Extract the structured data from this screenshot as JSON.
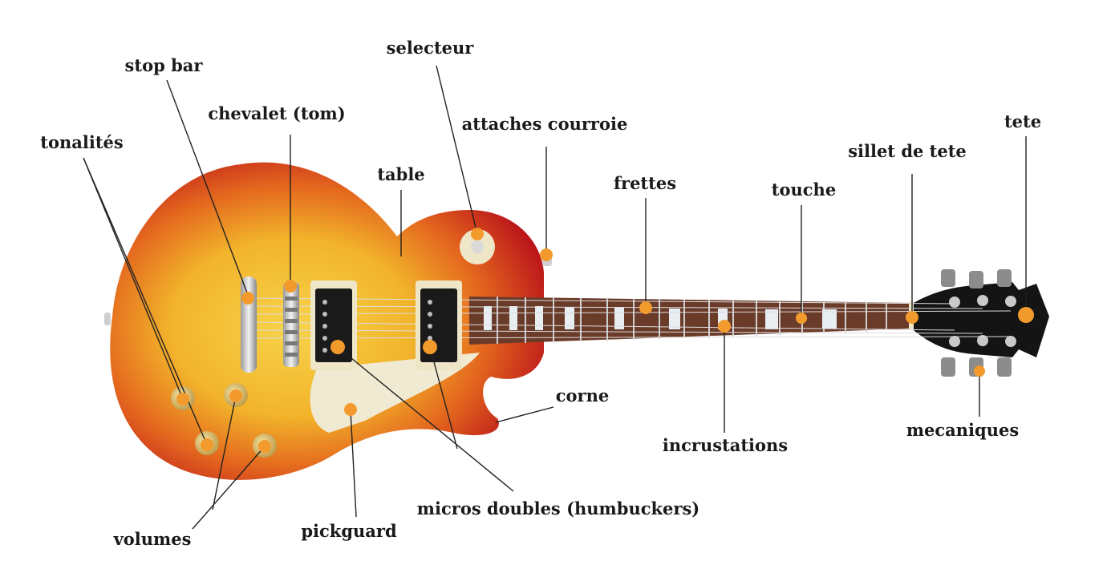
{
  "labels": {
    "stop_bar": "stop bar",
    "selecteur": "selecteur",
    "chevalet": "chevalet (tom)",
    "attaches": "attaches courroie",
    "tonalites": "tonalités",
    "table": "table",
    "frettes": "frettes",
    "touche": "touche",
    "sillet": "sillet de tete",
    "tete": "tete",
    "corne": "corne",
    "incrustations": "incrustations",
    "mecaniques": "mecaniques",
    "micros": "micros doubles (humbuckers)",
    "pickguard": "pickguard",
    "volumes": "volumes"
  },
  "colors": {
    "marker": "#f39a2c",
    "body_center": "#f6c93a",
    "body_edge": "#c2141b",
    "neck_wood": "#6b3b2a",
    "pickguard": "#f1ead2",
    "headstock": "#141414"
  }
}
